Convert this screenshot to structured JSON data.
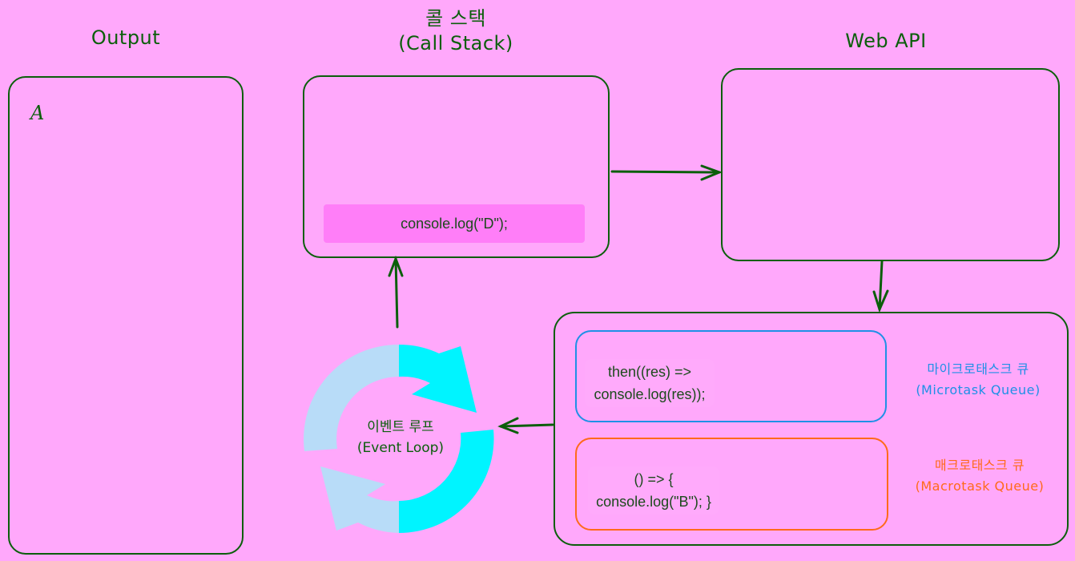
{
  "output": {
    "title": "Output",
    "items": [
      "A"
    ]
  },
  "call_stack": {
    "title_ko": "콜 스택",
    "title_en": "(Call Stack)",
    "frames": [
      "console.log(\"D\");"
    ]
  },
  "web_api": {
    "title": "Web API"
  },
  "event_loop": {
    "label_ko": "이벤트 루프",
    "label_en": "(Event Loop)"
  },
  "microtask_queue": {
    "label_ko": "마이크로태스크 큐",
    "label_en": "(Microtask Queue)",
    "tasks": [
      {
        "line1": "then((res) =>",
        "line2": "console.log(res));"
      }
    ],
    "color": "#1e90e6"
  },
  "macrotask_queue": {
    "label_ko": "매크로태스크 큐",
    "label_en": "(Macrotask Queue)",
    "tasks": [
      {
        "line1": "() => {",
        "line2": "console.log(\"B\"); }"
      }
    ],
    "color": "#ff6a1a"
  },
  "colors": {
    "background": "#ffa8fb",
    "stroke": "#0b5e0b",
    "stack_frame": "#ff7ef8",
    "loop_light": "#b8dcf8",
    "loop_cyan": "#00f4ff"
  }
}
